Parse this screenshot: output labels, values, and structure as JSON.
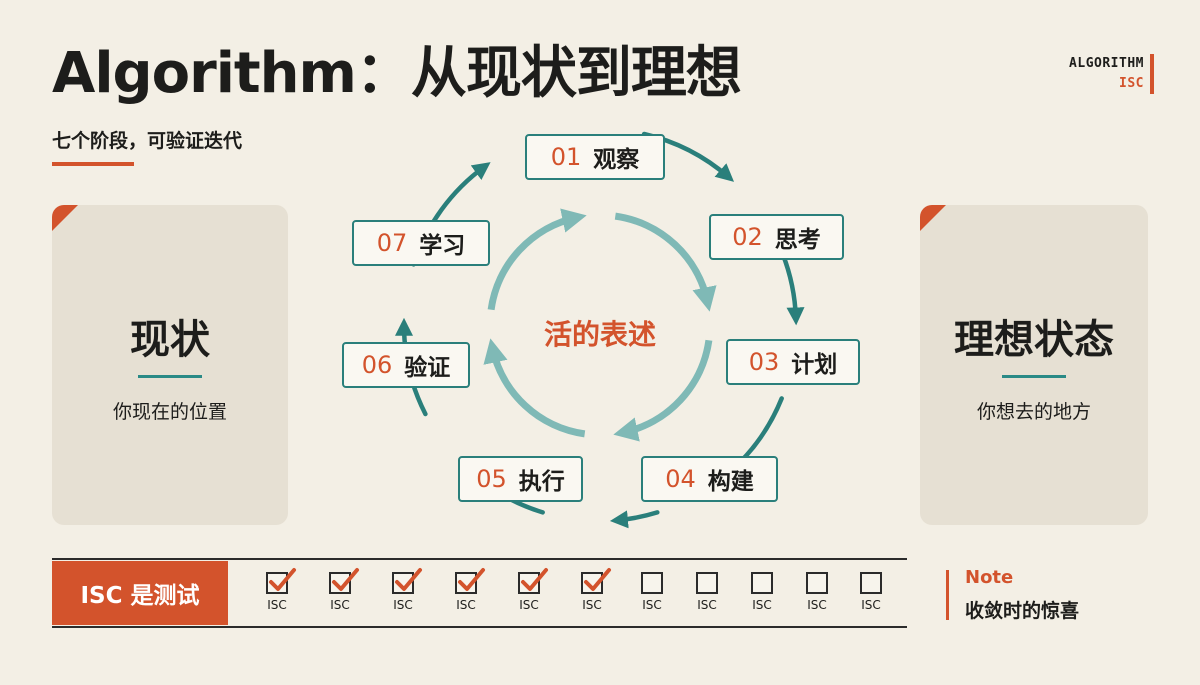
{
  "header": {
    "title": "Algorithm：从现状到理想",
    "subtitle": "七个阶段，可验证迭代",
    "tag_line1": "ALGORITHM",
    "tag_line2": "ISC"
  },
  "left_panel": {
    "title": "现状",
    "description": "你现在的位置"
  },
  "right_panel": {
    "title": "理想状态",
    "description": "你想去的地方"
  },
  "cycle": {
    "center_label": "活的表述",
    "steps": [
      {
        "num": "01",
        "label": "观察"
      },
      {
        "num": "02",
        "label": "思考"
      },
      {
        "num": "03",
        "label": "计划"
      },
      {
        "num": "04",
        "label": "构建"
      },
      {
        "num": "05",
        "label": "执行"
      },
      {
        "num": "06",
        "label": "验证"
      },
      {
        "num": "07",
        "label": "学习"
      }
    ]
  },
  "isc": {
    "label": "ISC 是测试",
    "items": [
      {
        "text": "ISC",
        "checked": true
      },
      {
        "text": "ISC",
        "checked": true
      },
      {
        "text": "ISC",
        "checked": true
      },
      {
        "text": "ISC",
        "checked": true
      },
      {
        "text": "ISC",
        "checked": true
      },
      {
        "text": "ISC",
        "checked": true
      },
      {
        "text": "ISC",
        "checked": false
      },
      {
        "text": "ISC",
        "checked": false
      },
      {
        "text": "ISC",
        "checked": false
      },
      {
        "text": "ISC",
        "checked": false
      },
      {
        "text": "ISC",
        "checked": false
      }
    ]
  },
  "note": {
    "title": "Note",
    "text": "收敛时的惊喜"
  },
  "colors": {
    "accent": "#d3532c",
    "teal": "#2a7f7b",
    "teal_light": "#7fb9b6",
    "background": "#f3efe5"
  }
}
